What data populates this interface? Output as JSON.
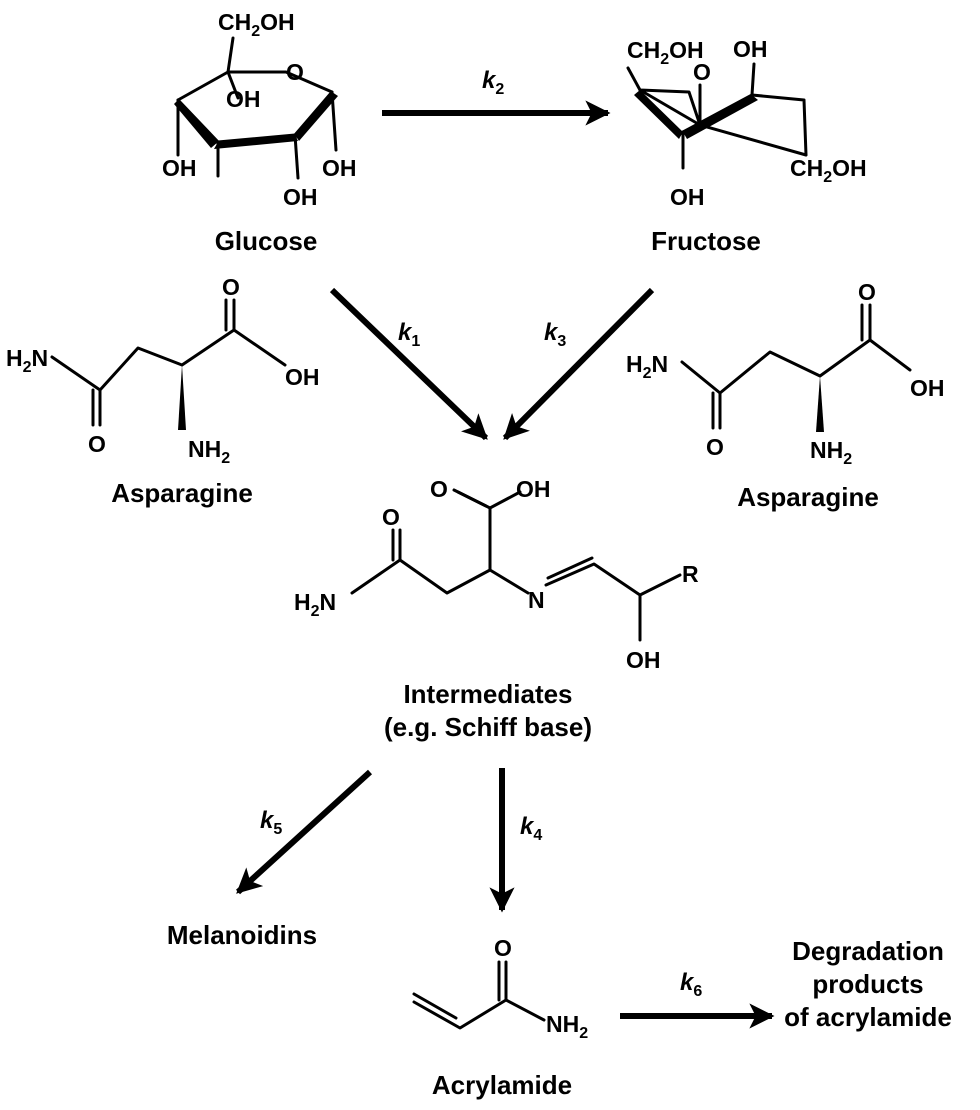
{
  "compounds": {
    "glucose": "Glucose",
    "fructose": "Fructose",
    "asparagine_left": "Asparagine",
    "asparagine_right": "Asparagine",
    "intermediates": "Intermediates",
    "intermediates_note": "(e.g. Schiff base)",
    "melanoidins": "Melanoidins",
    "acrylamide": "Acrylamide",
    "degradation": [
      "Degradation",
      "products",
      "of acrylamide"
    ]
  },
  "rate_constants": {
    "k1": {
      "letter": "k",
      "sub": "1"
    },
    "k2": {
      "letter": "k",
      "sub": "2"
    },
    "k3": {
      "letter": "k",
      "sub": "3"
    },
    "k4": {
      "letter": "k",
      "sub": "4"
    },
    "k5": {
      "letter": "k",
      "sub": "5"
    },
    "k6": {
      "letter": "k",
      "sub": "6"
    }
  },
  "atoms": {
    "ch2": "CH",
    "two": "2",
    "oh": "OH",
    "o": "O",
    "h": "H",
    "n": "N",
    "nh": "NH",
    "r": "R"
  }
}
